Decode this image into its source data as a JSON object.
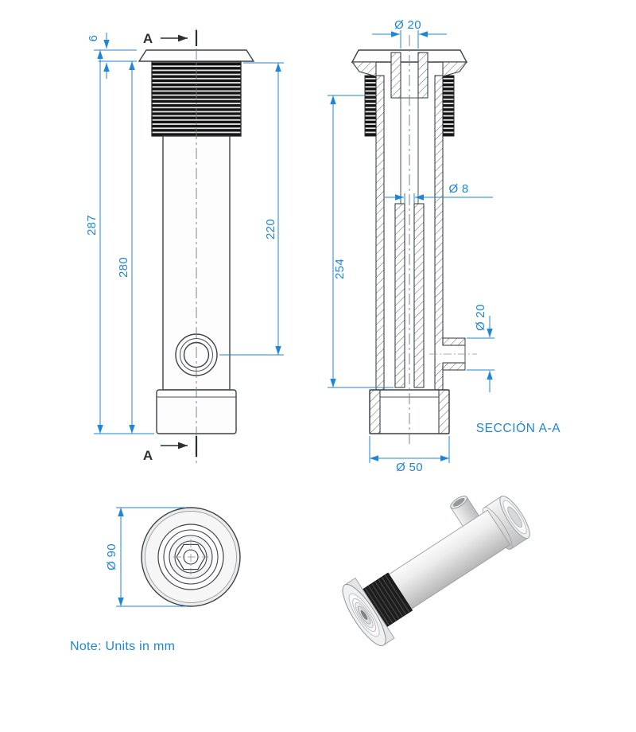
{
  "drawing": {
    "note": "Note: Units in mm",
    "colors": {
      "dimension": "#1e86d8",
      "line": "#3d4247"
    }
  },
  "front_view": {
    "cut_label": "A",
    "dim_flange_thickness": "6",
    "dim_overall_height": "287",
    "dim_body_height": "280",
    "dim_thread_to_port": "220"
  },
  "section_view": {
    "title": "SECCIÓN A-A",
    "dim_top_bore": "Ø 20",
    "dim_inner_bore": "Ø 8",
    "dim_inner_length": "254",
    "dim_side_port": "Ø 20",
    "dim_collar_dia": "Ø 50"
  },
  "bottom_view": {
    "dim_outer_dia": "Ø 90"
  }
}
